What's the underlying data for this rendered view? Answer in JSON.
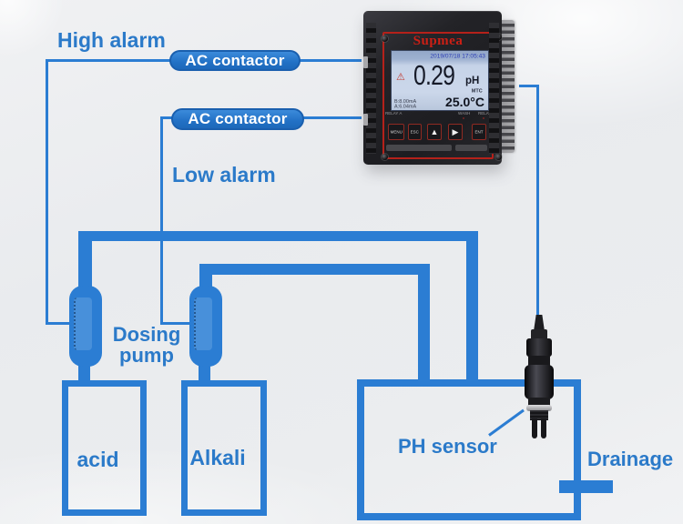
{
  "diagram": {
    "high_alarm": "High alarm",
    "low_alarm": "Low alarm",
    "ac_contactor_top": "AC contactor",
    "ac_contactor_bottom": "AC contactor",
    "dosing_pump": "Dosing pump",
    "acid_tank": "acid",
    "alkali_tank": "Alkali",
    "ph_sensor": "PH sensor",
    "drainage": "Drainage"
  },
  "meter": {
    "brand": "Supmea",
    "datetime": "2019/07/18 17:05:43",
    "warning_icon": "⚠",
    "ph_value": "0.29",
    "ph_unit": "pH",
    "output_b": "B:8.00mA",
    "output_a": "A:6.04mA",
    "mtc_label": "MTC",
    "temperature": "25.0°C",
    "relay_a": "RELAY A",
    "wash": "WASH",
    "relay_b": "RELAY B",
    "buttons": [
      "MENU",
      "ESC",
      "▲",
      "▶",
      "ENT"
    ]
  },
  "colors": {
    "pipe_blue": "#2b7dd3",
    "label_blue": "#2b7ac9",
    "pill_blue": "#2478cc",
    "meter_red": "#b5211a",
    "lcd_bg": "#c6d3e8"
  }
}
